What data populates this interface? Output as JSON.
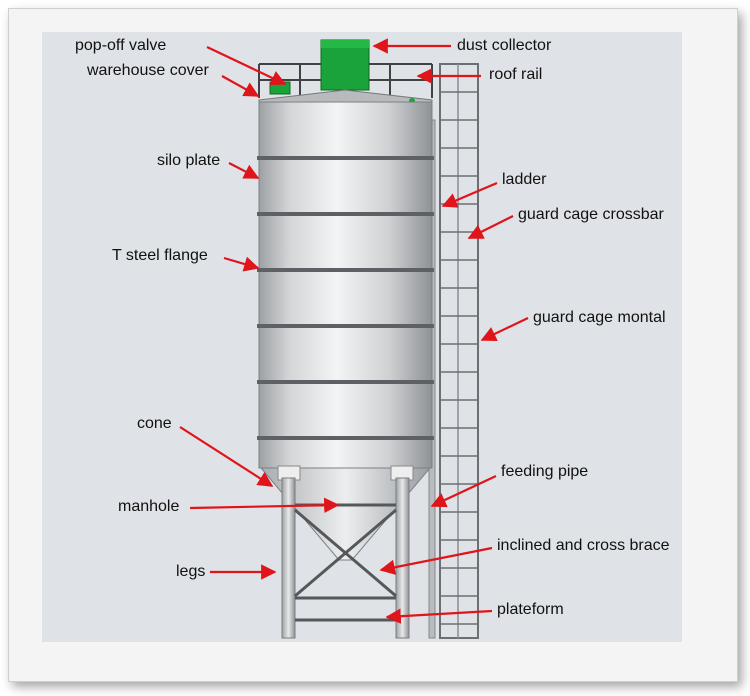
{
  "labels": {
    "popoff_valve": "pop-off valve",
    "warehouse_cover": "warehouse cover",
    "silo_plate": "silo plate",
    "t_steel_flange": "T steel flange",
    "cone": "cone",
    "manhole": "manhole",
    "legs": "legs",
    "dust_collector": "dust collector",
    "roof_rail": "roof rail",
    "ladder": "ladder",
    "guard_cage_crossbar": "guard cage crossbar",
    "guard_cage_montal": "guard cage montal",
    "feeding_pipe": "feeding pipe",
    "inclined_cross_brace": "inclined and cross brace",
    "plateform": "plateform"
  },
  "colors": {
    "arrow": "#e0141b",
    "dust_collector": "#1aa33a",
    "silo_body": "#c9cbcd",
    "background": "#dfe2e6"
  }
}
